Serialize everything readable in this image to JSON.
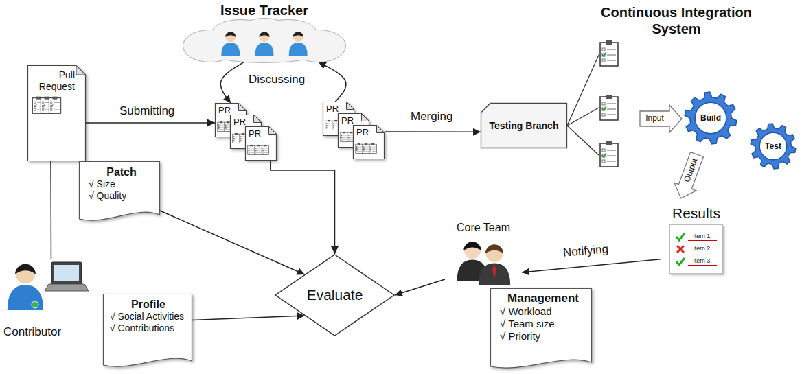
{
  "diagram": {
    "nodes": [
      {
        "text": [
          "Pull Request"
        ]
      },
      {
        "text": [
          "Patch",
          "√ Size",
          "√ Quality"
        ]
      },
      {
        "text": [
          "Issue Tracker"
        ]
      },
      {
        "text": [
          "PR"
        ]
      },
      {
        "text": [
          "PR"
        ]
      },
      {
        "text": [
          "PR"
        ]
      },
      {
        "text": [
          "PR"
        ]
      },
      {
        "text": [
          "PR"
        ]
      },
      {
        "text": [
          "PR"
        ]
      },
      {
        "text": [
          "Testing Branch"
        ]
      },
      {
        "text": [
          "Build"
        ]
      },
      {
        "text": [
          "Test"
        ]
      },
      {
        "text": [
          "Results",
          "Item 1.",
          "Item 2.",
          "Item 3."
        ]
      },
      {
        "text": [
          "Core Team"
        ]
      },
      {
        "text": [
          "Management",
          "√ Workload",
          "√ Team size",
          "√ Priority"
        ]
      },
      {
        "text": [
          "Evaluate"
        ]
      },
      {
        "text": [
          "Contributor"
        ]
      },
      {
        "text": [
          "Profile",
          "√ Social Activities",
          "√ Contributions"
        ]
      }
    ],
    "edges": [
      {
        "from": 0,
        "to": 3,
        "label": "Submitting",
        "arrow": "to"
      },
      {
        "from": 2,
        "to": 3,
        "arrow": "to"
      },
      {
        "from": 6,
        "to": 2,
        "arrow": "to"
      },
      {
        "from": 8,
        "to": 9,
        "label": "Merging",
        "arrow": "to"
      },
      {
        "from": 0,
        "to": 16,
        "arrow": "none"
      },
      {
        "from": 1,
        "to": 15,
        "arrow": "to"
      },
      {
        "from": 5,
        "to": 15,
        "arrow": "to"
      },
      {
        "from": 17,
        "to": 15,
        "arrow": "to"
      },
      {
        "from": 13,
        "to": 15,
        "arrow": "to"
      },
      {
        "from": 12,
        "to": 13,
        "label": "Notifying",
        "arrow": "to"
      }
    ],
    "labels": [
      "Discussing",
      "Continuous Integration System",
      "Input",
      "Output"
    ]
  }
}
